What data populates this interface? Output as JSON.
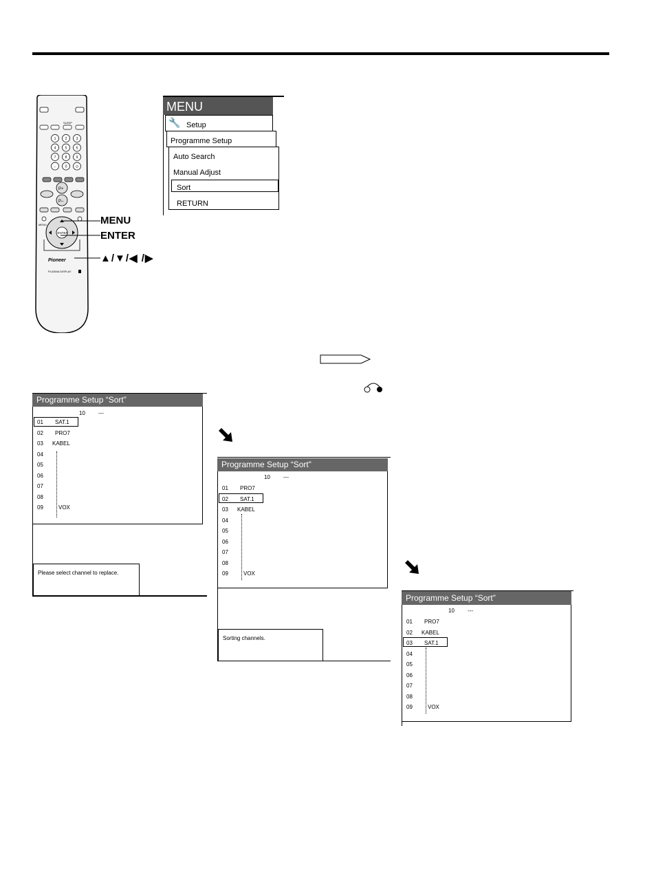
{
  "callouts": {
    "menu": "MENU",
    "enter": "ENTER",
    "arrows": "▲/▼/◀ /▶"
  },
  "menu_panel": {
    "title": "MENU",
    "setup_label": "Setup",
    "submenu_title": "Programme Setup",
    "items": [
      "Auto Search",
      "Manual Adjust",
      "Sort",
      "RETURN"
    ]
  },
  "sort_panels": [
    {
      "title": "Programme Setup “Sort”",
      "header_num": "10",
      "header_dash": "---",
      "rows": [
        {
          "num": "01",
          "name": "SAT.1"
        },
        {
          "num": "02",
          "name": "PRO7"
        },
        {
          "num": "03",
          "name": "KABEL"
        },
        {
          "num": "04",
          "name": ""
        },
        {
          "num": "05",
          "name": ""
        },
        {
          "num": "06",
          "name": ""
        },
        {
          "num": "07",
          "name": ""
        },
        {
          "num": "08",
          "name": ""
        },
        {
          "num": "09",
          "name": "VOX"
        }
      ],
      "message": "Please select channel to replace."
    },
    {
      "title": "Programme Setup “Sort”",
      "header_num": "10",
      "header_dash": "---",
      "rows": [
        {
          "num": "01",
          "name": "PRO7"
        },
        {
          "num": "02",
          "name": "SAT.1"
        },
        {
          "num": "03",
          "name": "KABEL"
        },
        {
          "num": "04",
          "name": ""
        },
        {
          "num": "05",
          "name": ""
        },
        {
          "num": "06",
          "name": ""
        },
        {
          "num": "07",
          "name": ""
        },
        {
          "num": "08",
          "name": ""
        },
        {
          "num": "09",
          "name": "VOX"
        }
      ],
      "message": "Sorting channels."
    },
    {
      "title": "Programme Setup “Sort”",
      "header_num": "10",
      "header_dash": "---",
      "rows": [
        {
          "num": "01",
          "name": "PRO7"
        },
        {
          "num": "02",
          "name": "KABEL"
        },
        {
          "num": "03",
          "name": "SAT.1"
        },
        {
          "num": "04",
          "name": ""
        },
        {
          "num": "05",
          "name": ""
        },
        {
          "num": "06",
          "name": ""
        },
        {
          "num": "07",
          "name": ""
        },
        {
          "num": "08",
          "name": ""
        },
        {
          "num": "09",
          "name": "VOX"
        }
      ]
    }
  ],
  "remote": {
    "brand": "Pioneer",
    "model_label": "PLASMA DISPLAY",
    "enter_label": "ENTER",
    "menu_label": "MENU",
    "sleep_label": "SLEEP",
    "p_plus": "P+",
    "p_minus": "P–",
    "digits": [
      "1",
      "2",
      "3",
      "4",
      "5",
      "6",
      "7",
      "8",
      "9",
      "-/--",
      "0",
      "⊙"
    ]
  }
}
